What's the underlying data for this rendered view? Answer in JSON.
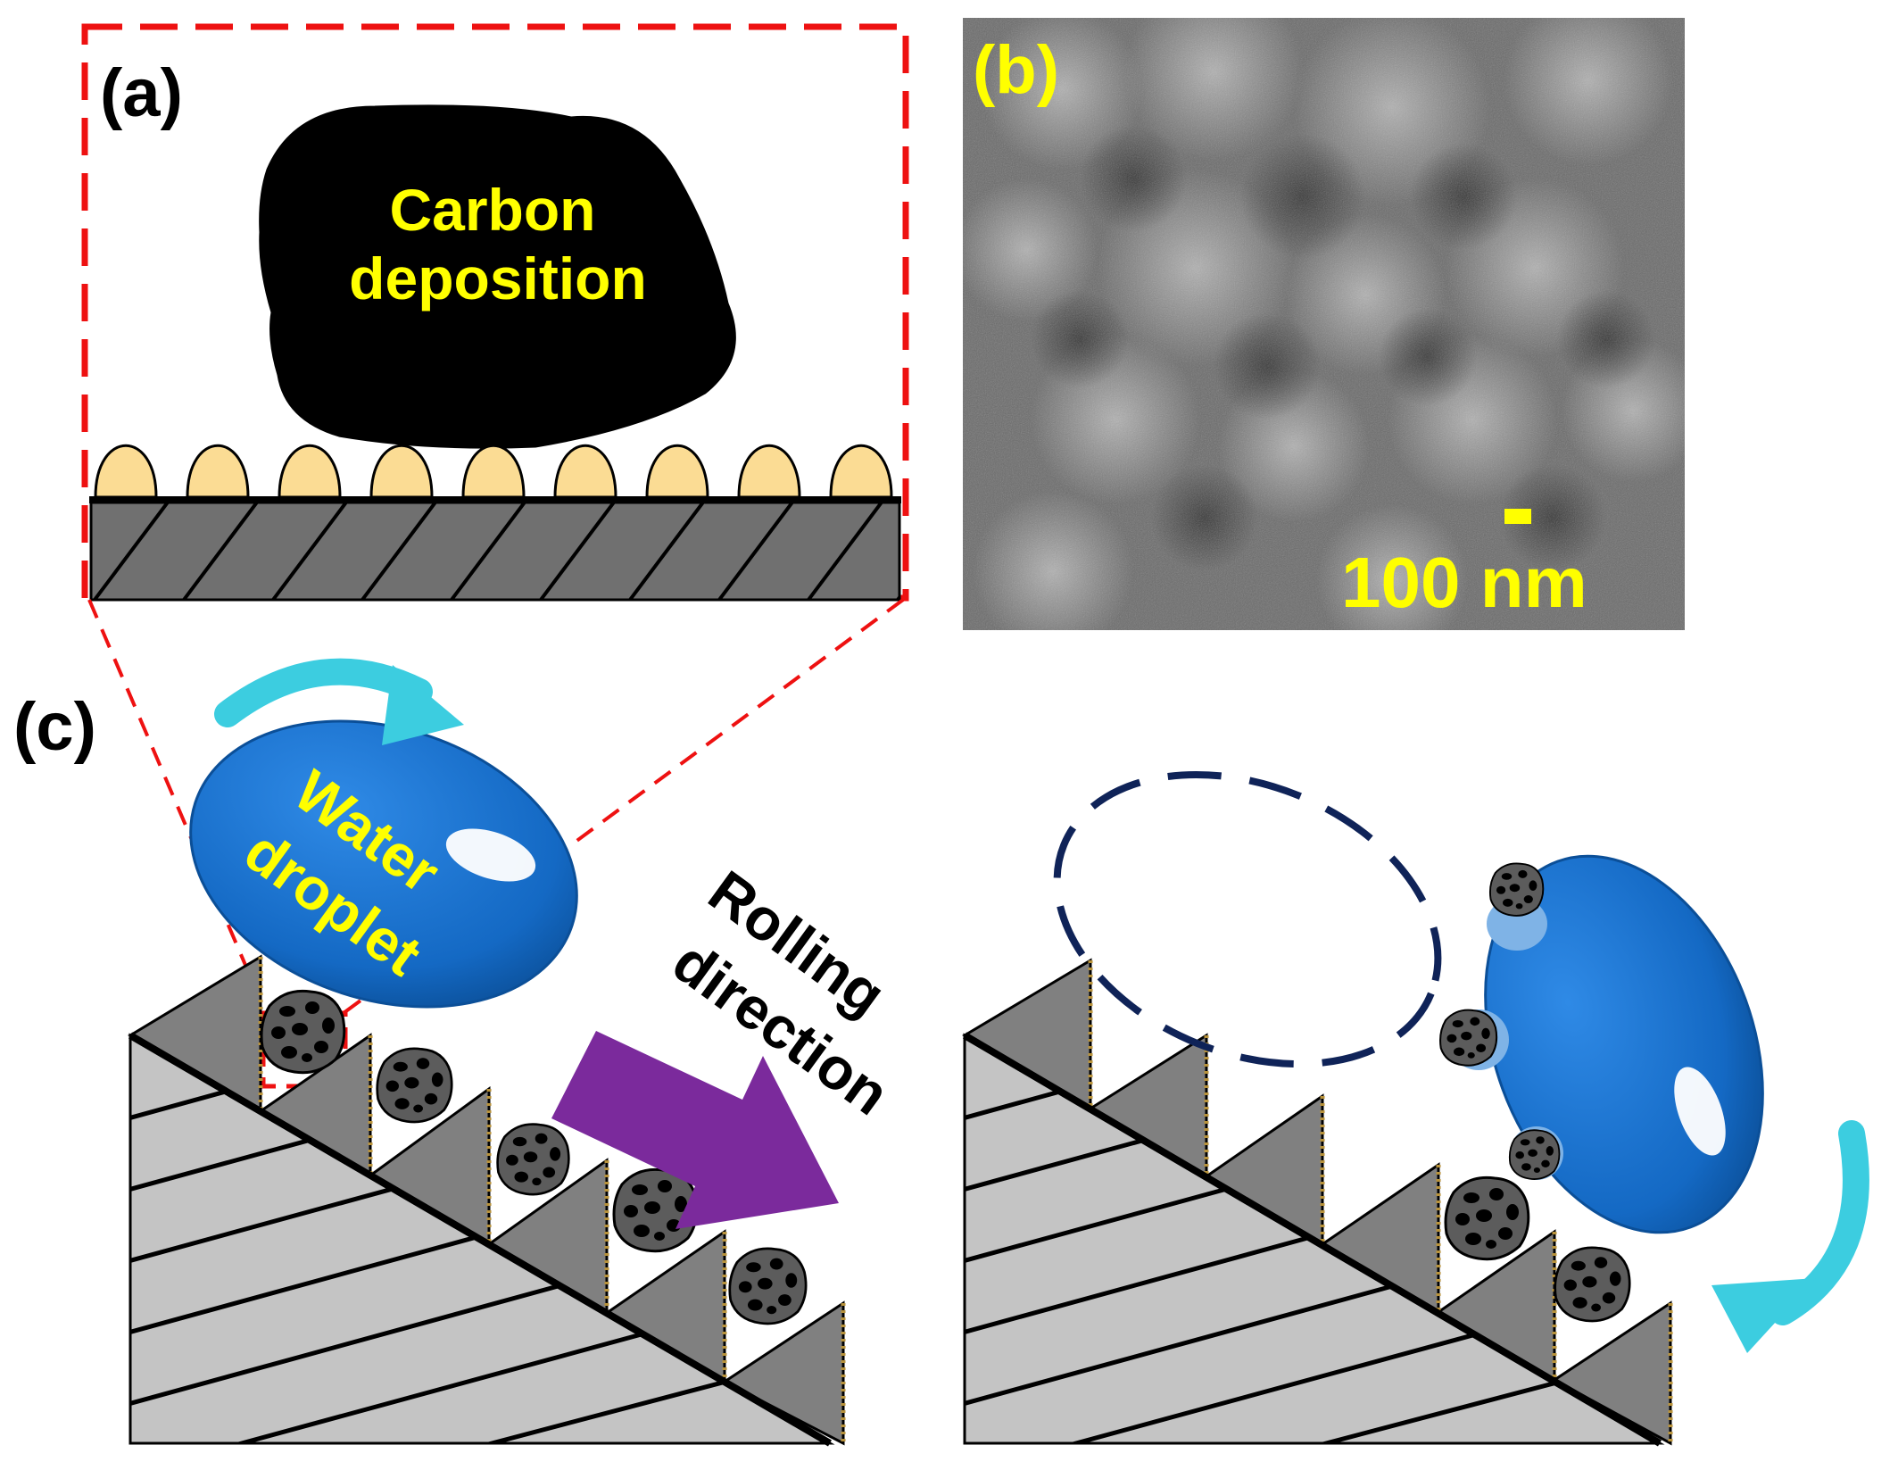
{
  "panels": {
    "a": {
      "label": "(a)",
      "deposit_text_line1": "Carbon",
      "deposit_text_line2": "deposition"
    },
    "b": {
      "label": "(b)",
      "scale_bar_text": "100 nm"
    },
    "c": {
      "label": "(c)",
      "droplet_line1": "Water",
      "droplet_line2": "droplet",
      "rolling_line1": "Rolling",
      "rolling_line2": "direction"
    }
  },
  "colors": {
    "red_dashed": "#ee1111",
    "deposit_black": "#000000",
    "label_yellow": "#ffff00",
    "bump_fill": "#fbdc94",
    "substrate_gray": "#707070",
    "spike_gray": "#808080",
    "base_gray": "#c4c4c4",
    "droplet_blue": "#1469c4",
    "arrow_cyan": "#3ccde0",
    "arrow_purple": "#7b2a9c",
    "navy_dashed": "#0f2358",
    "sem_bg": "#6a6a6a"
  }
}
